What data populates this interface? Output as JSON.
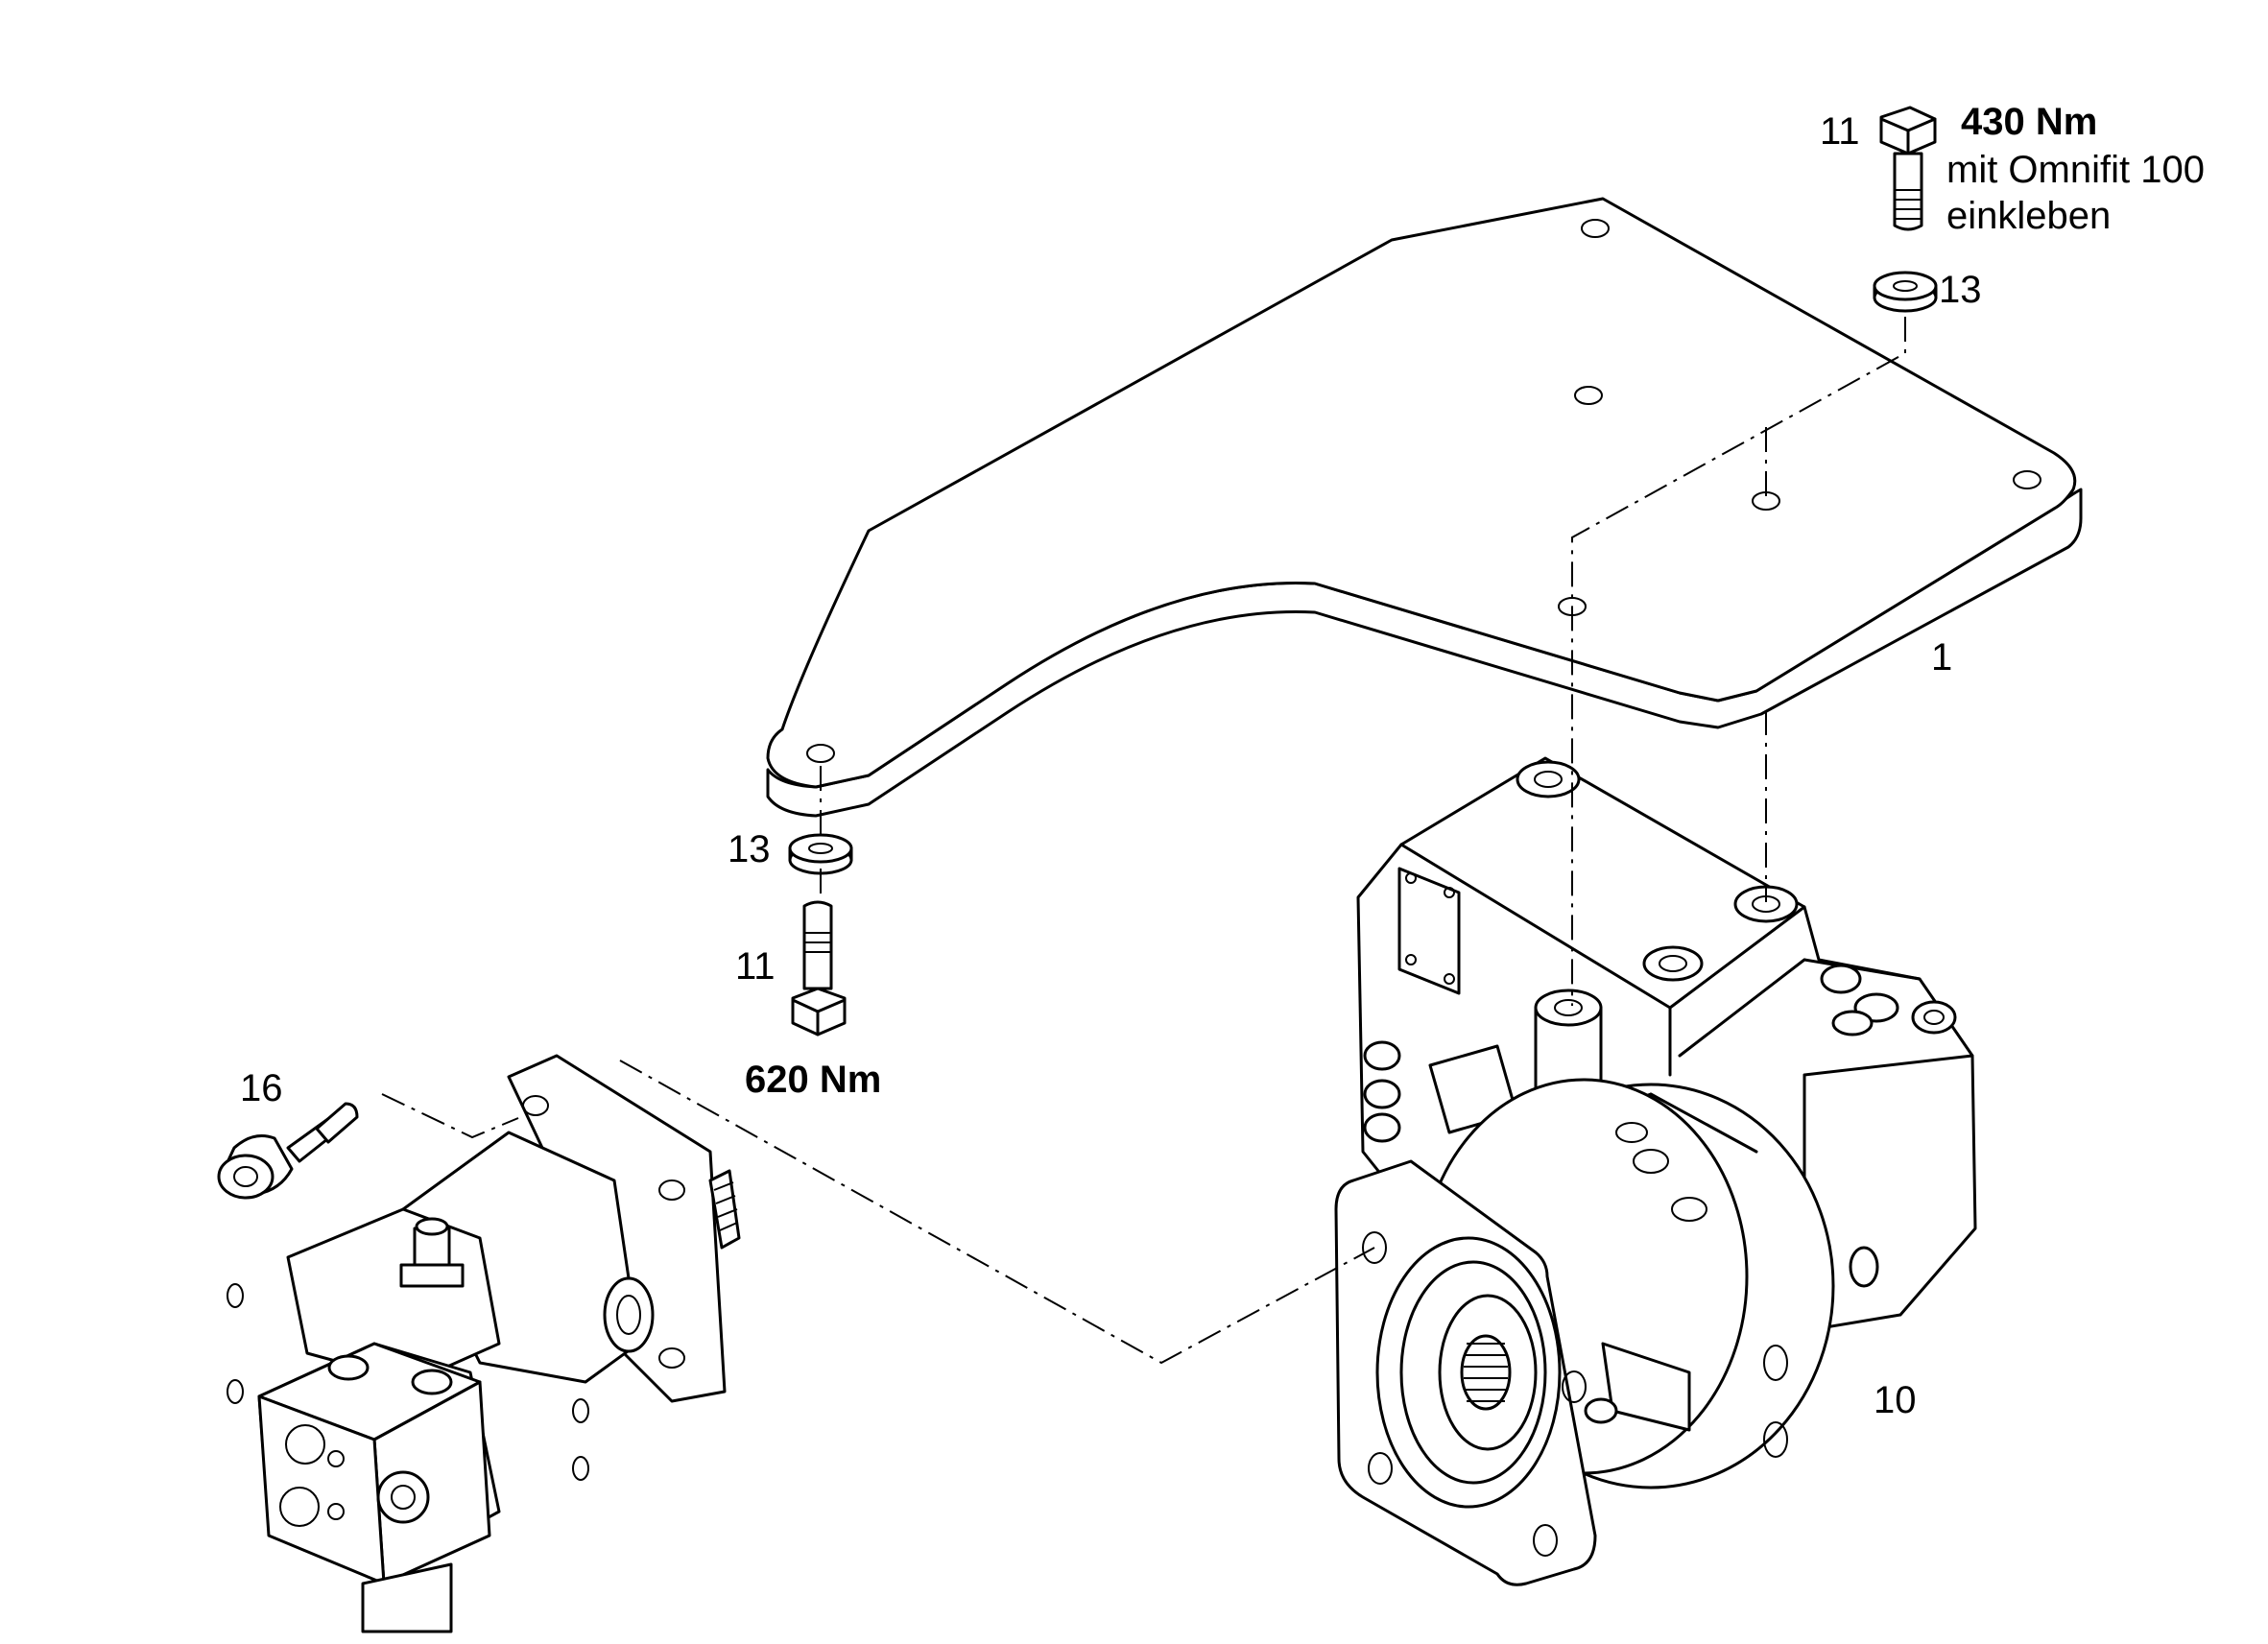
{
  "callouts": {
    "c1": "1",
    "c10": "10",
    "c11_top": "11",
    "c13_top": "13",
    "c13_left": "13",
    "c11_left": "11",
    "c16": "16"
  },
  "notes": {
    "torque_top": "430 Nm",
    "adhesive_line1": "mit  Omnifit 100",
    "adhesive_line2": "einkleben",
    "torque_left": "620 Nm"
  }
}
